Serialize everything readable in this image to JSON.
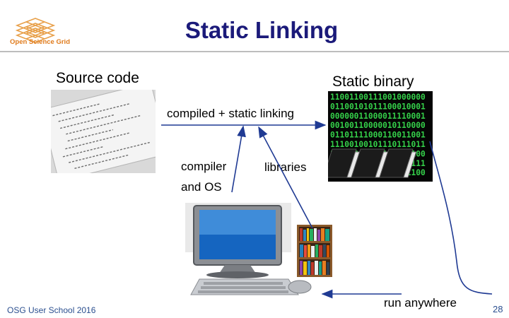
{
  "slide": {
    "title": "Static Linking",
    "logo_text": "Open Science Grid",
    "source_label": "Source code",
    "binary_label": "Static binary",
    "compile_label": "compiled + static linking",
    "compiler_label_line1": "compiler",
    "compiler_label_line2": "and OS",
    "libraries_label": "libraries",
    "run_label": "run anywhere",
    "footer": "OSG User School 2016",
    "page_number": "28"
  },
  "colors": {
    "title": "#1b1a7a",
    "logo": "#e07b1c",
    "matrix": "#35d04a",
    "arrow": "#1f3a93",
    "footer": "#2b4f8f"
  },
  "icons": {
    "logo": "osg-logo-icon",
    "source": "source-code-photo",
    "binary": "binary-books-photo",
    "computer": "computer-icon",
    "bookcase": "bookcase-icon"
  },
  "binary_rows": [
    "11001100111001000000",
    "01100101011100010001",
    "00000011000011110001",
    "00100110000010110000",
    "01101111000110011001",
    "11100100101110111011",
    "10100000011110001100",
    "10000011010010110111",
    "01100010101100101100"
  ]
}
